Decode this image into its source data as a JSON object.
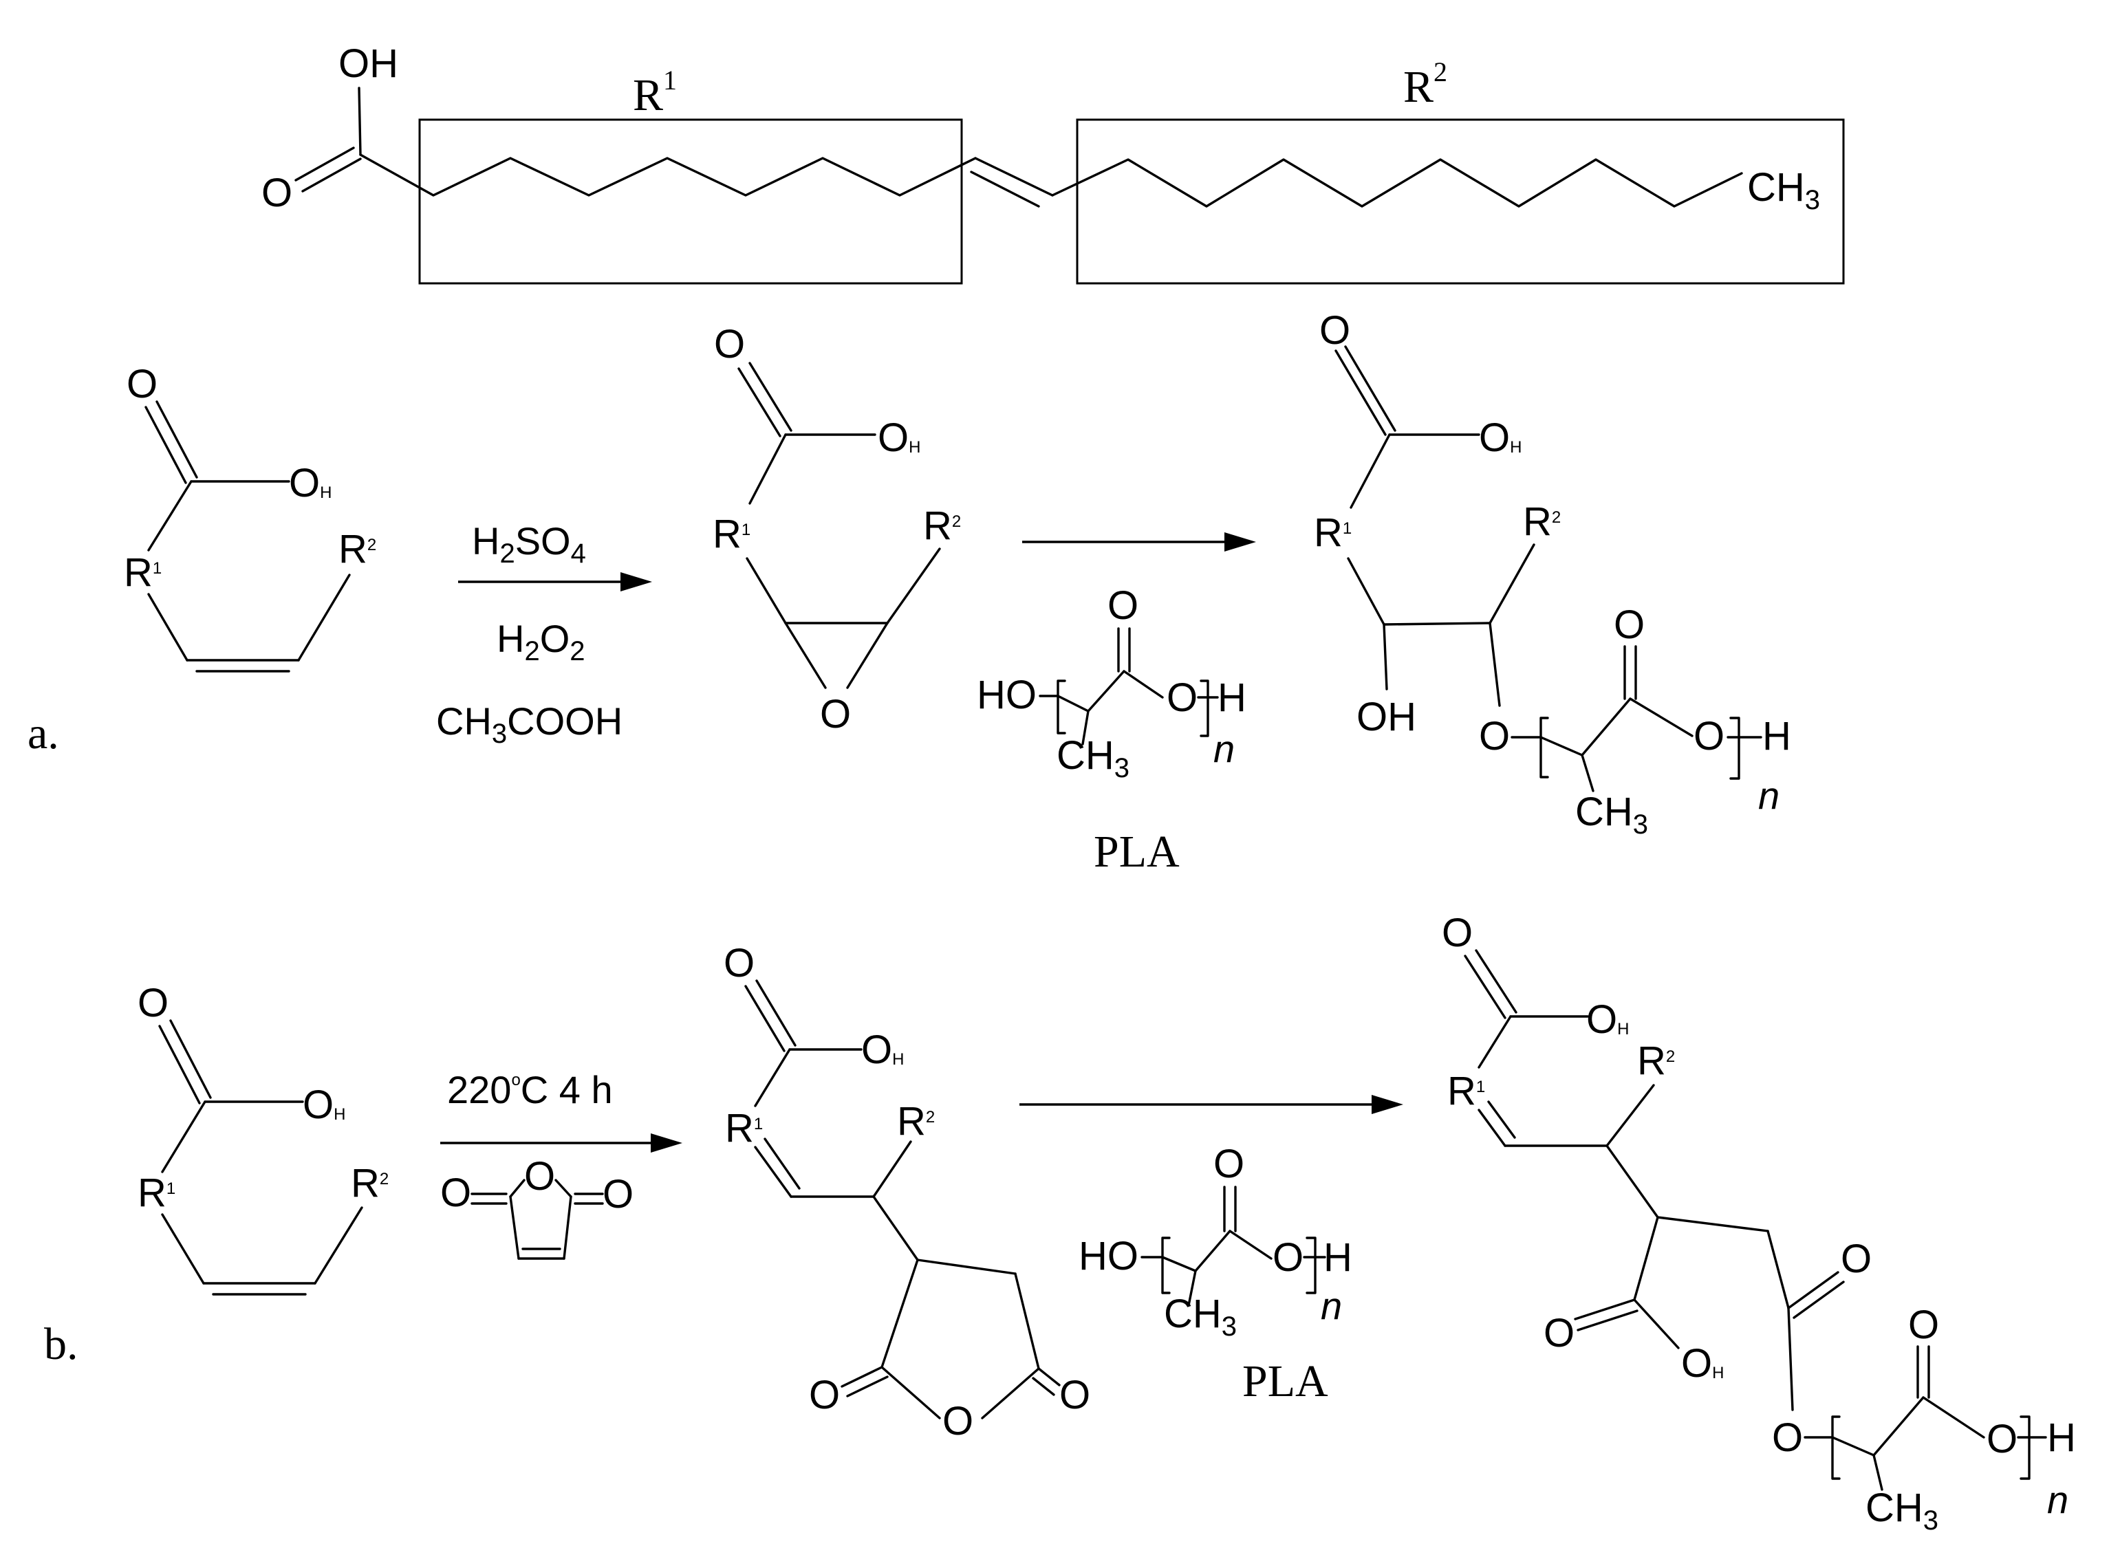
{
  "top_structure": {
    "oh": "OH",
    "o": "O",
    "ch3": "CH",
    "ch3_sub": "3",
    "r1": "R",
    "r1_sup": "1",
    "r2": "R",
    "r2_sup": "2"
  },
  "scheme_a": {
    "label": "a.",
    "reagents": {
      "h2so4": [
        "H",
        "2",
        "SO",
        "4"
      ],
      "h2o2": [
        "H",
        "2",
        "O",
        "2"
      ],
      "ch3cooh": [
        "CH",
        "3",
        "COOH"
      ]
    },
    "pla_label": "PLA"
  },
  "scheme_b": {
    "label": "b.",
    "condition": "220",
    "condition_sup": "o",
    "condition_rest": "C 4 h",
    "pla_label": "PLA"
  },
  "atoms": {
    "O": "O",
    "H_small": "H",
    "R": "R",
    "sup1": "1",
    "sup2": "2",
    "OH": "OH",
    "HO": "HO",
    "H": "H",
    "CH": "CH",
    "sub3": "3",
    "n": "n"
  }
}
